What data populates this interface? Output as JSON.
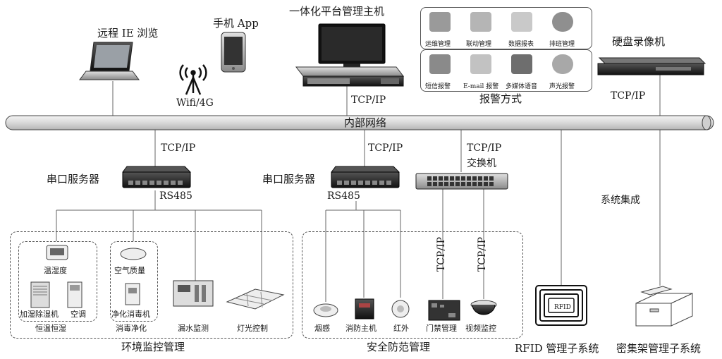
{
  "nodes": {
    "remote_ie": "远程 IE 浏览",
    "mobile_app": "手机 App",
    "wifi": "Wifi/4G",
    "host": "一体化平台管理主机",
    "nvr": "硬盘录像机",
    "network": "内部网络",
    "alarm_methods": "报警方式",
    "serial_server": "串口服务器",
    "rs485": "RS485",
    "switch": "交换机",
    "tcpip": "TCP/IP",
    "system_integration": "系统集成",
    "rfid_tag": "RFID",
    "rfid_subsystem": "RFID 管理子系统",
    "shelf_subsystem": "密集架管理子系统"
  },
  "mgmt_tools": [
    "运维管理",
    "联动管理",
    "数据报表",
    "排班管理"
  ],
  "alarm_items": [
    "短信报警",
    "E-mail 报警",
    "多媒体语音",
    "声光报警"
  ],
  "env_group": {
    "title": "环境监控管理",
    "temp_hum": "温湿度",
    "dehumidifier": "加湿除湿机",
    "ac": "空调",
    "const_temp": "恒温恒湿",
    "air_quality": "空气质量",
    "purifier": "净化消毒机",
    "disinfect": "消毒净化",
    "leak": "漏水监测",
    "light": "灯光控制"
  },
  "security_group": {
    "title": "安全防范管理",
    "smoke": "烟感",
    "fire_host": "消防主机",
    "infrared": "红外",
    "access": "门禁管理",
    "video": "视频监控"
  }
}
